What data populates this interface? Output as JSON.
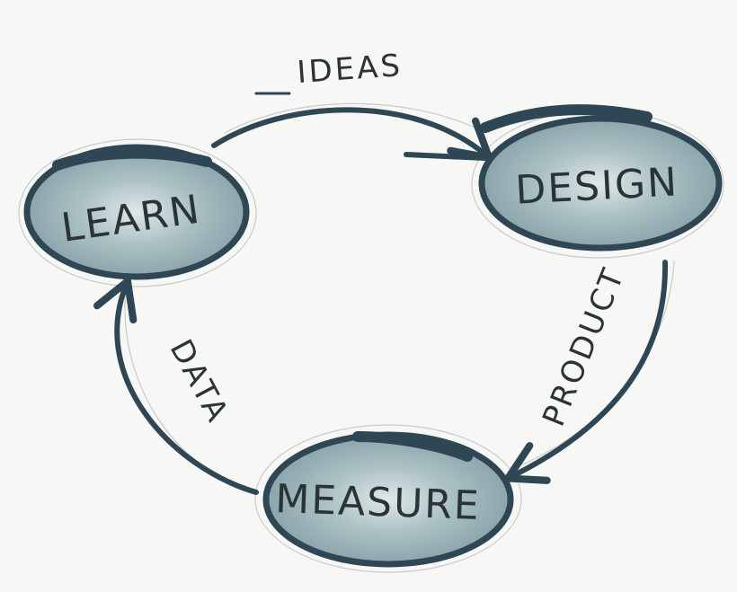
{
  "diagram": {
    "nodes": {
      "learn": {
        "label": "LEARN"
      },
      "design": {
        "label": "DESIGN"
      },
      "measure": {
        "label": "MEASURE"
      }
    },
    "edges": {
      "ideas": {
        "label": "IDEAS"
      },
      "product": {
        "label": "PRODUCT"
      },
      "data": {
        "label": "DATA"
      }
    }
  },
  "colors": {
    "ink": "#2f4654",
    "fill": "#8fa8ad",
    "fill_light": "#cdd9da",
    "text": "#2a3336",
    "background": "#f7f7f5"
  }
}
